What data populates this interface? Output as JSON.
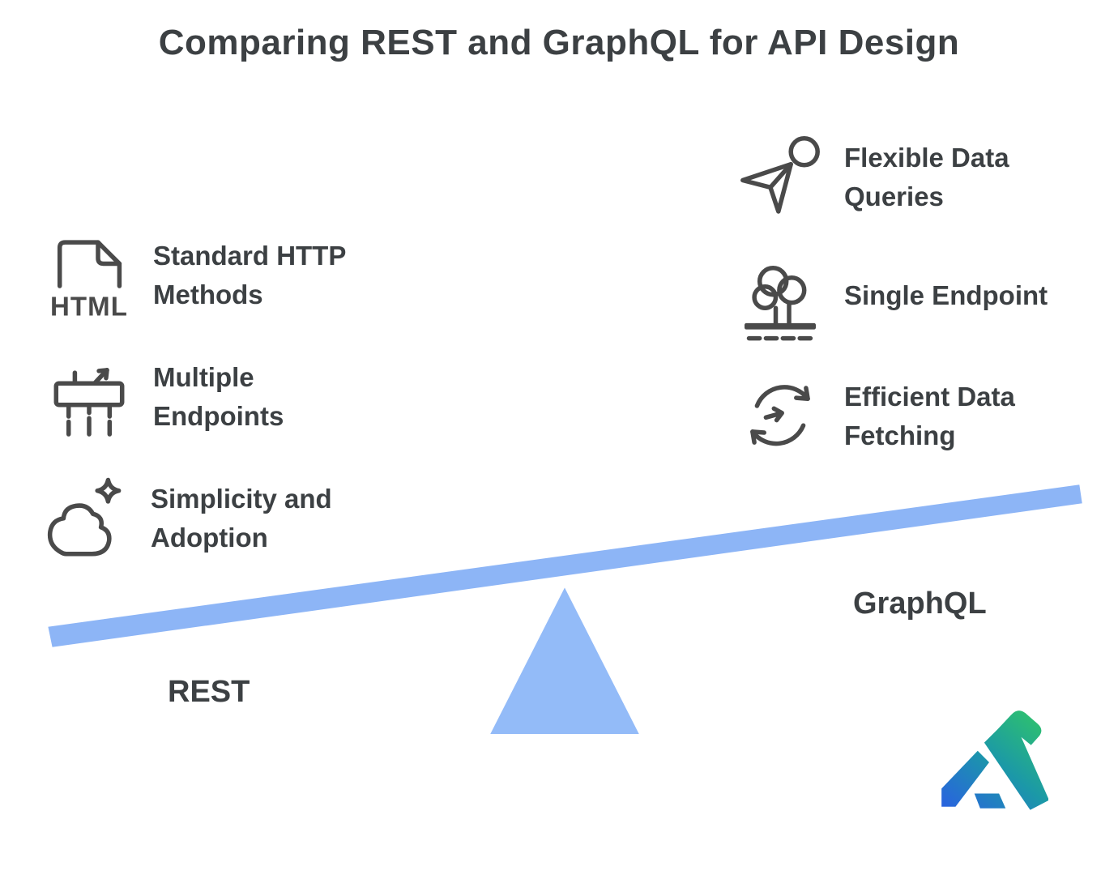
{
  "title": "Comparing REST and GraphQL for API Design",
  "seesaw": {
    "left_label": "REST",
    "right_label": "GraphQL"
  },
  "left_items": [
    {
      "icon": "html-file-icon",
      "icon_text": "HTML",
      "label": "Standard HTTP\nMethods"
    },
    {
      "icon": "multiple-endpoints-icon",
      "label": "Multiple\nEndpoints"
    },
    {
      "icon": "cloud-sparkle-icon",
      "label": "Simplicity and\nAdoption"
    }
  ],
  "right_items": [
    {
      "icon": "paper-plane-icon",
      "label": "Flexible Data\nQueries"
    },
    {
      "icon": "single-endpoint-tree-icon",
      "label": "Single Endpoint"
    },
    {
      "icon": "sync-arrows-icon",
      "label": "Efficient Data\nFetching"
    }
  ],
  "colors": {
    "background": "#ffffff",
    "text": "#3c4043",
    "icon_stroke": "#4a4a4a",
    "plank": "#8db5f6",
    "fulcrum": "#93bbf8",
    "logo_blue": "#2b5ce6",
    "logo_teal": "#1b98a8",
    "logo_green": "#2ec16e"
  }
}
